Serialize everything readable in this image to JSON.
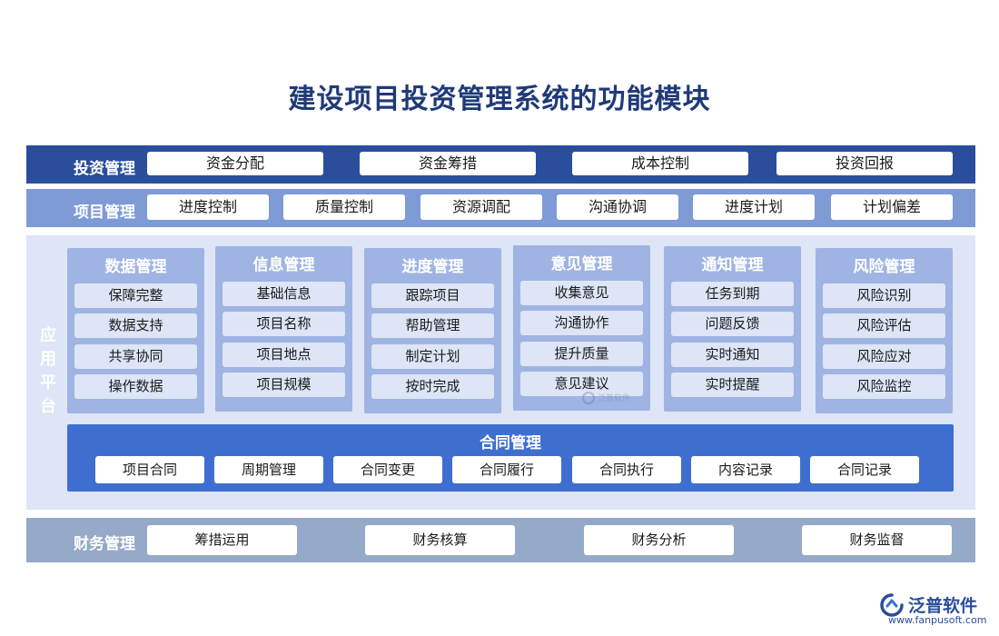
{
  "title": "建设项目投资管理系统的功能模块",
  "investment": {
    "label": "投资管理",
    "items": [
      "资金分配",
      "资金筹措",
      "成本控制",
      "投资回报"
    ]
  },
  "project": {
    "label": "项目管理",
    "items": [
      "进度控制",
      "质量控制",
      "资源调配",
      "沟通协调",
      "进度计划",
      "计划偏差"
    ]
  },
  "platform": {
    "label": "应用平台",
    "modules": [
      {
        "title": "数据管理",
        "items": [
          "保障完整",
          "数据支持",
          "共享协同",
          "操作数据"
        ]
      },
      {
        "title": "信息管理",
        "items": [
          "基础信息",
          "项目名称",
          "项目地点",
          "项目规模"
        ]
      },
      {
        "title": "进度管理",
        "items": [
          "跟踪项目",
          "帮助管理",
          "制定计划",
          "按时完成"
        ]
      },
      {
        "title": "意见管理",
        "items": [
          "收集意见",
          "沟通协作",
          "提升质量",
          "意见建议"
        ]
      },
      {
        "title": "通知管理",
        "items": [
          "任务到期",
          "问题反馈",
          "实时通知",
          "实时提醒"
        ]
      },
      {
        "title": "风险管理",
        "items": [
          "风险识别",
          "风险评估",
          "风险应对",
          "风险监控"
        ]
      }
    ],
    "contract": {
      "title": "合同管理",
      "items": [
        "项目合同",
        "周期管理",
        "合同变更",
        "合同履行",
        "合同执行",
        "内容记录",
        "合同记录"
      ]
    }
  },
  "finance": {
    "label": "财务管理",
    "items": [
      "筹措运用",
      "财务核算",
      "财务分析",
      "财务监督"
    ]
  },
  "brand": {
    "name": "泛普软件",
    "url": "www.fanpusoft.com",
    "watermark": "泛普软件",
    "color": "#2a4e9c"
  }
}
